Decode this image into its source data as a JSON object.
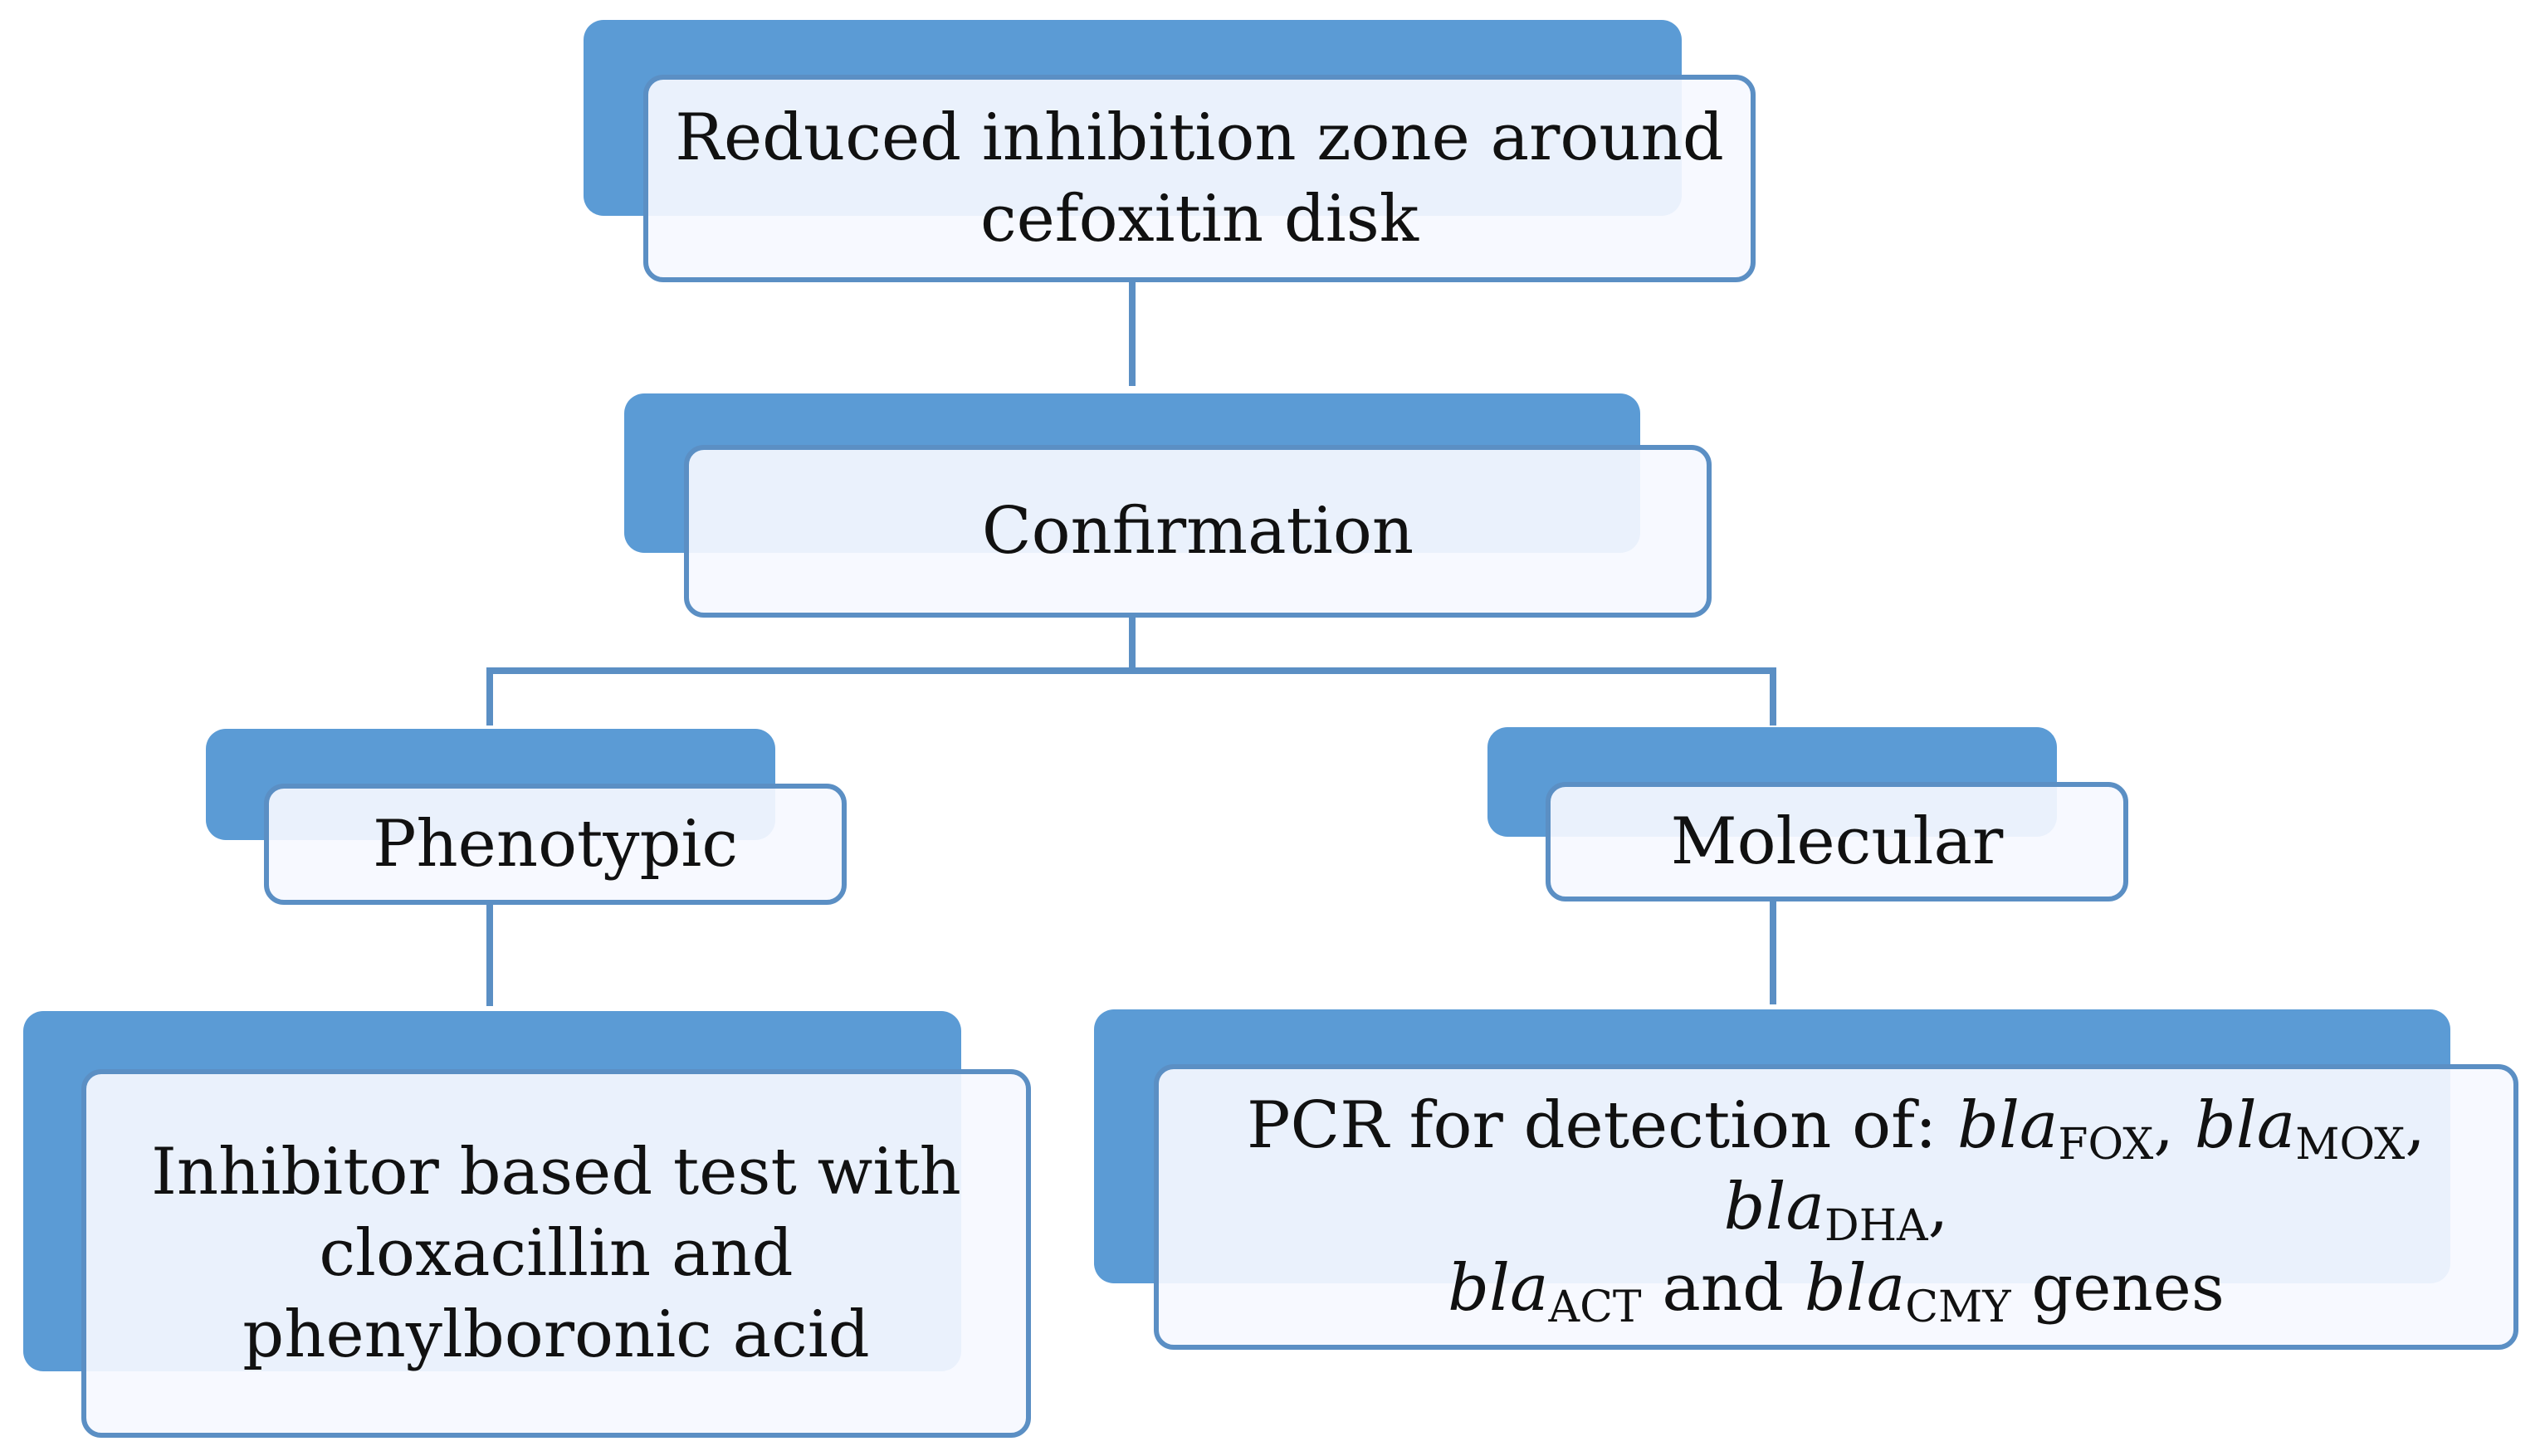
{
  "diagram": {
    "root": {
      "line1": "Reduced inhibition zone around",
      "line2": "cefoxitin disk"
    },
    "confirmation": {
      "label": "Confirmation"
    },
    "phenotypic": {
      "label": "Phenotypic",
      "detail": {
        "line1": "Inhibitor based test with",
        "line2": "cloxacillin and",
        "line3": "phenylboronic acid"
      }
    },
    "molecular": {
      "label": "Molecular",
      "detail": {
        "prefix": "PCR for detection of: ",
        "genes": [
          {
            "name": "bla",
            "sub": "FOX",
            "after": ", "
          },
          {
            "name": "bla",
            "sub": "MOX",
            "after": ", "
          },
          {
            "name": "bla",
            "sub": "DHA",
            "after": ","
          },
          {
            "name": "bla",
            "sub": "ACT",
            "after": " and "
          },
          {
            "name": "bla",
            "sub": "CMY",
            "after": " genes"
          }
        ]
      }
    }
  },
  "colors": {
    "box_back": "#5b9bd5",
    "box_border": "#5b8fc4",
    "box_fill": "#f6f9ff",
    "connector": "#5b8fc4"
  }
}
